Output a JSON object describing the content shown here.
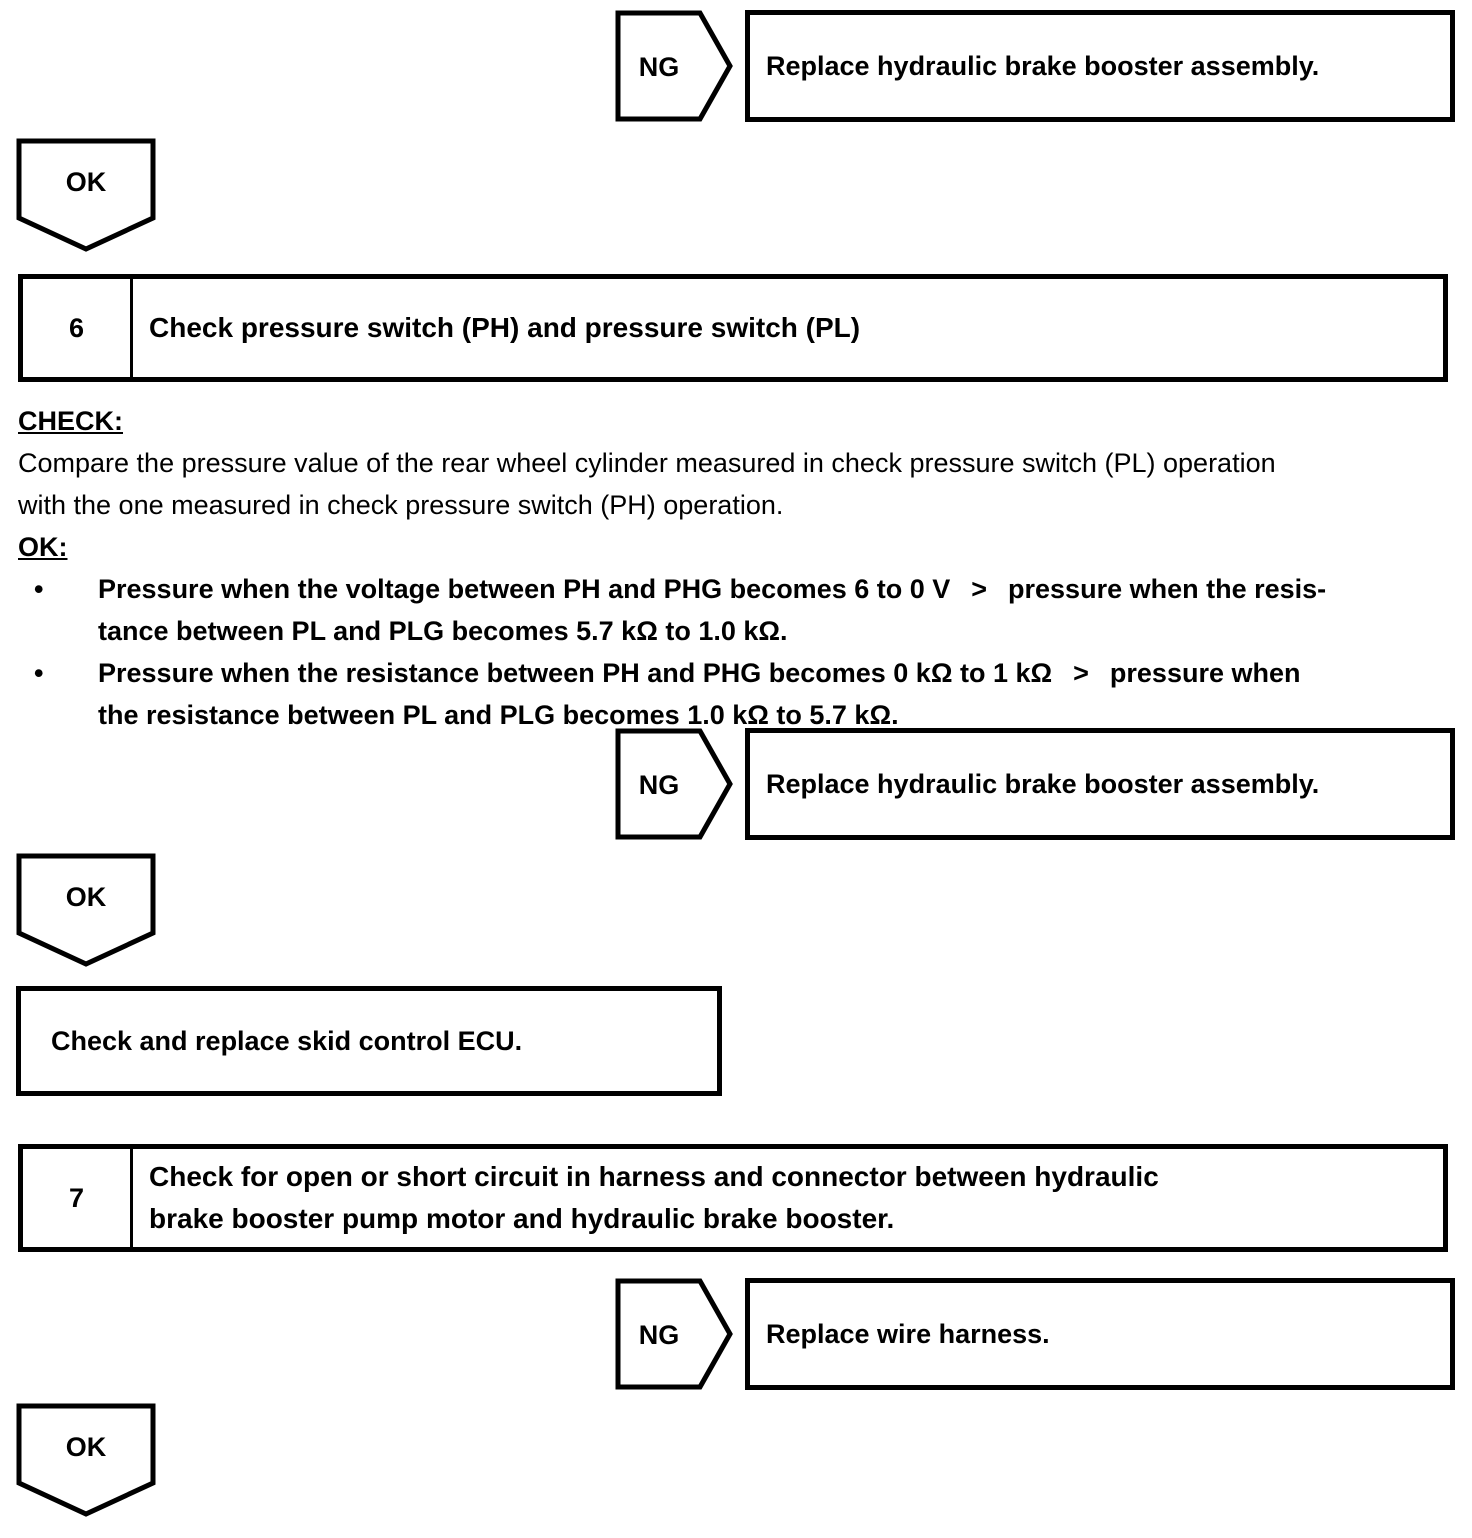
{
  "labels": {
    "ng": "NG",
    "ok": "OK",
    "bullet_marker": "•"
  },
  "steps": {
    "step6": {
      "number": "6",
      "title": "Check pressure switch (PH) and pressure switch (PL)"
    },
    "step7": {
      "number": "7",
      "title_lines": [
        "Check for open or short circuit in harness and connector between hydraulic",
        "brake booster pump motor and hydraulic brake booster."
      ]
    }
  },
  "results": {
    "ng_branch_1": "Replace hydraulic brake booster assembly.",
    "ng_branch_2": "Replace hydraulic brake booster assembly.",
    "ng_branch_3": "Replace wire harness.",
    "ok_outcome": "Check and replace skid control ECU."
  },
  "check_section": {
    "check_heading": "CHECK:",
    "check_lines": [
      "Compare the pressure value of the rear wheel cylinder measured in check pressure switch (PL) operation",
      "with the one measured in check pressure switch (PH) operation."
    ],
    "ok_heading": "OK:",
    "bullets": [
      {
        "lines": [
          "Pressure when the voltage between PH and PHG becomes 6 to 0 V  >  pressure when the resis-",
          "tance between PL and PLG becomes 5.7 kΩ to 1.0 kΩ."
        ]
      },
      {
        "lines": [
          "Pressure when the resistance between PH and PHG becomes 0 kΩ to 1 kΩ  >  pressure when",
          "the resistance between PL and PLG becomes 1.0 kΩ to 5.7 kΩ."
        ]
      }
    ]
  },
  "colors": {
    "ink": "#000000",
    "paper": "#ffffff"
  }
}
